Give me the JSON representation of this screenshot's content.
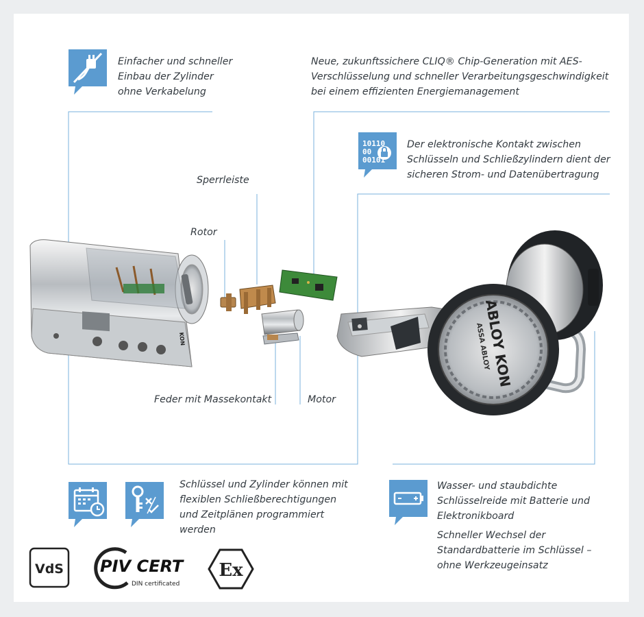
{
  "texts": {
    "wiring": "Einfacher und schneller\nEinbau der Zylinder\nohne Verkabelung",
    "chip": "Neue, zukunftssichere CLIQ® Chip-Generation mit AES-\nVerschlüsselung und schneller Verarbeitungsgeschwindigkeit\nbei einem effizienten Energiemanagement",
    "contact": "Der elektronische Kontakt zwischen\nSchlüsseln und Schließzylindern dient der\nsicheren Strom- und Datenübertragung",
    "programming": "Schlüssel und Zylinder können mit\nflexiblen Schließberechtigungen\nund Zeitplänen programmiert\nwerden",
    "waterproof": "Wasser- und staubdichte\nSchlüsselreide mit Batterie und\nElektronikboard",
    "battery": "Schneller Wechsel der\nStandardbatterie im Schlüssel –\nohne Werkzeugeinsatz"
  },
  "labels": {
    "sperrleiste": "Sperrleiste",
    "rotor": "Rotor",
    "feder": "Feder mit Massekontakt",
    "motor": "Motor"
  },
  "icons": {
    "wiring": "no-cable-icon",
    "chip": "binary-lock-icon",
    "calendar": "calendar-clock-icon",
    "key": "key-permission-icon",
    "battery": "battery-icon"
  },
  "binary_text": {
    "row1": "10110",
    "row2": "00",
    "row3": "00101"
  },
  "brand": {
    "cylinder": "KON",
    "key_brand": "ABLOY KON",
    "key_sub": "ASSA ABLOY"
  },
  "logos": {
    "vds": "VdS",
    "pivcert": "PIV CERT",
    "pivcert_sub": "DIN certificated",
    "ex": "Ex"
  },
  "colors": {
    "accent": "#5b9bd0",
    "text": "#333a40",
    "line": "#7ab2dc"
  }
}
